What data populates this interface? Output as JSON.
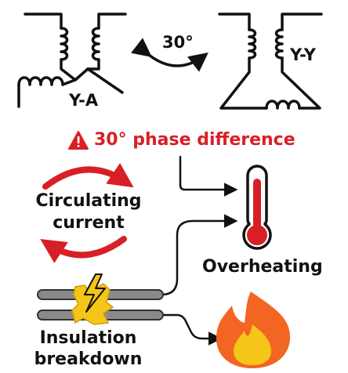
{
  "transformers": {
    "left_label": "Y-A",
    "right_label": "Y-Y",
    "angle_label": "30°"
  },
  "warning": {
    "text": "30° phase difference",
    "color": "#d81f26"
  },
  "effects": {
    "circulating_line1": "Circulating",
    "circulating_line2": "current",
    "overheating": "Overheating",
    "insulation_line1": "Insulation",
    "insulation_line2": "breakdown"
  },
  "icons": [
    "warning-triangle-icon",
    "thermometer-icon",
    "fire-icon",
    "lightning-bolt-icon",
    "circular-arrows-icon"
  ],
  "colors": {
    "accent_red": "#d81f26",
    "spark_yellow": "#f5c518",
    "flame_orange": "#f26522",
    "cable_gray": "#8a8a8a"
  }
}
